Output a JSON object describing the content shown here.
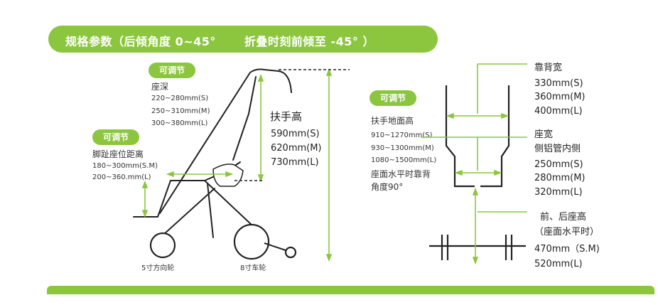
{
  "title": {
    "part1": "规格参数（后倾角度 0~45°",
    "part2": "折叠时刻前倾至 -45° ）"
  },
  "badge_label": "可调节",
  "seat_depth": {
    "label": "座深",
    "values": [
      "220~280mm(S)",
      "250~310mm(M)",
      "300~380mm(L)"
    ]
  },
  "foot_distance": {
    "label": "脚趾座位距离",
    "values": [
      "180~300mm(S.M)",
      "200~360.mm(L)"
    ]
  },
  "armrest_height": {
    "label": "扶手高",
    "values": [
      "590mm(S)",
      "620mm(M)",
      "730mm(L)"
    ]
  },
  "armrest_ground": {
    "label": "扶手地面高",
    "values": [
      "910~1270mm(S)",
      "930~1300mm(M)",
      "1080~1500mm(L)"
    ],
    "note_line1": "座面水平时靠背",
    "note_line2": "角度90°"
  },
  "back_width": {
    "label": "靠背宽",
    "values": [
      "330mm(S)",
      "360mm(M)",
      "400mm(L)"
    ]
  },
  "seat_width": {
    "label_line1": "座宽",
    "label_line2": "侧铝管内侧",
    "values": [
      "250mm(S)",
      "280mm(M)",
      "320mm(L)"
    ]
  },
  "seat_height": {
    "label_line1": "前、后座高",
    "label_line2": "（座面水平时）",
    "values": [
      "470mm（S.M)",
      "520mm(L)"
    ]
  },
  "wheels": {
    "front": "5寸方向轮",
    "rear": "8寸车轮"
  },
  "colors": {
    "accent": "#8cc63f",
    "line": "#222222"
  }
}
